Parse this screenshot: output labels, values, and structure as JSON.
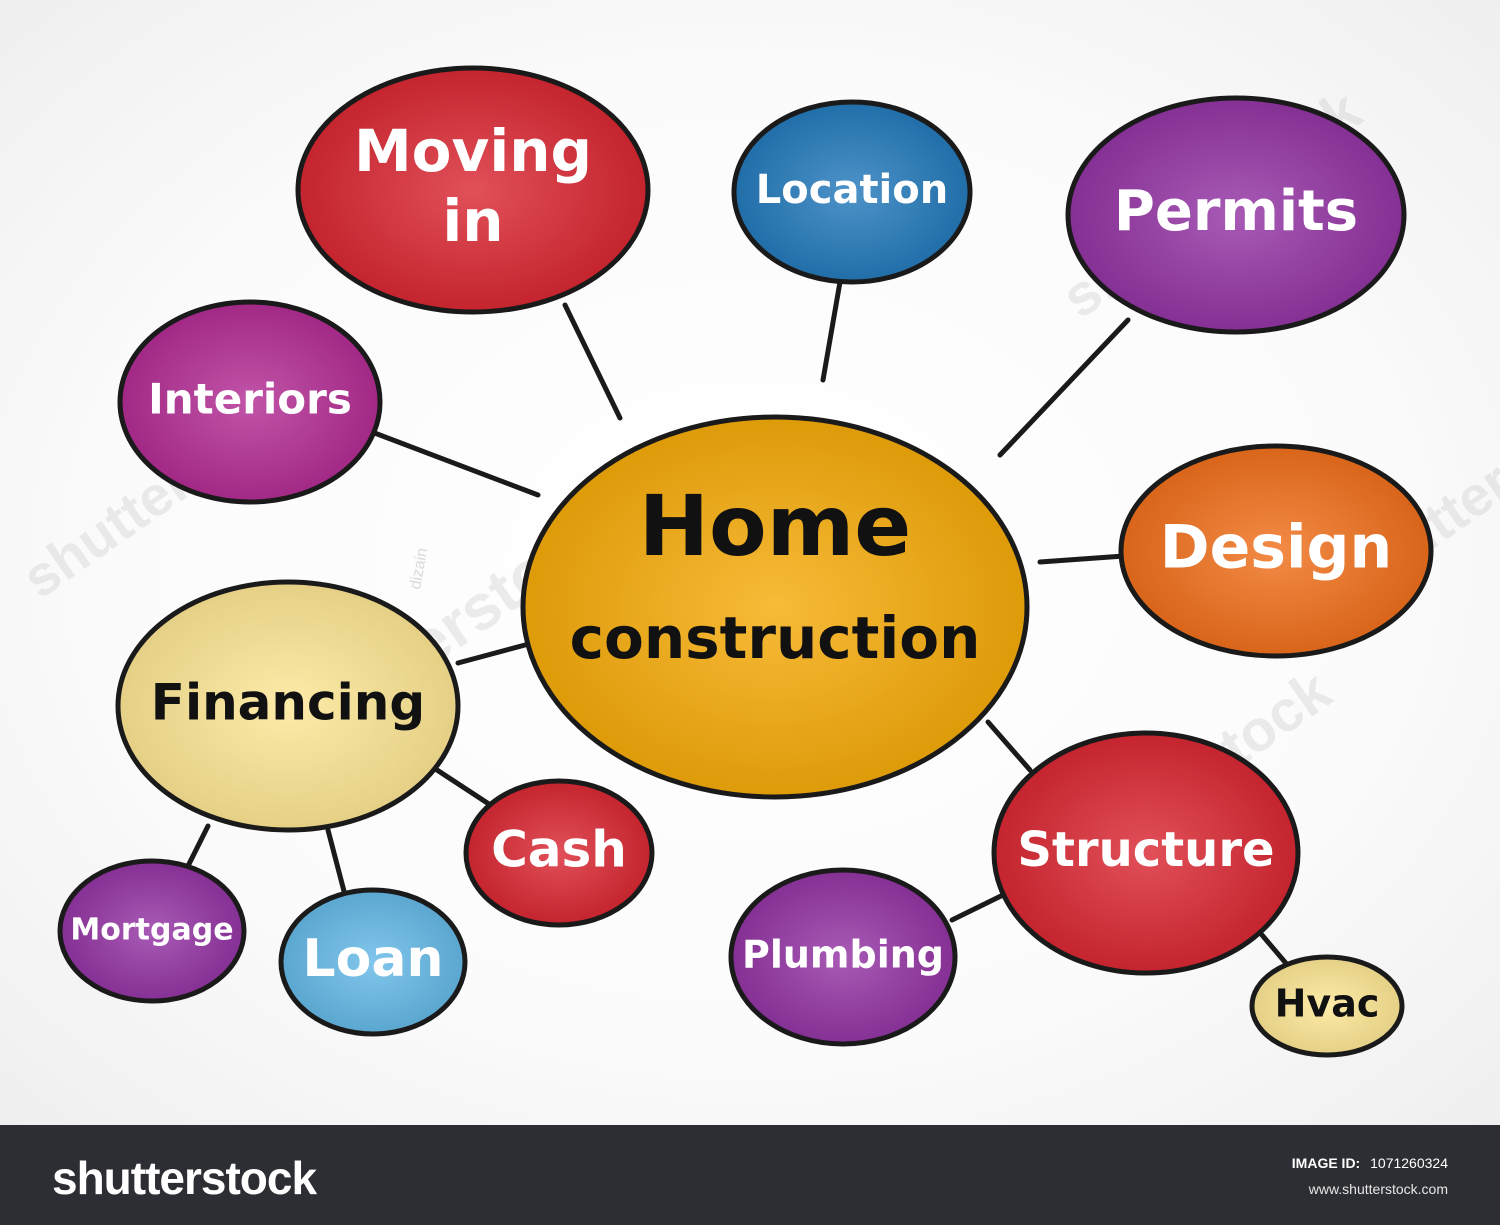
{
  "watermark": {
    "brand": "shutterstock",
    "author": "dizain"
  },
  "center": {
    "line1": "Home",
    "line2": "construction",
    "color": "#f6a800"
  },
  "nodes": [
    {
      "id": "moving-in",
      "lines": [
        "Moving",
        "in"
      ],
      "color": "#d81f2a"
    },
    {
      "id": "location",
      "lines": [
        "Location"
      ],
      "color": "#1b74b8"
    },
    {
      "id": "permits",
      "lines": [
        "Permits"
      ],
      "color": "#8f2ca0"
    },
    {
      "id": "interiors",
      "lines": [
        "Interiors"
      ],
      "color": "#b0248f"
    },
    {
      "id": "design",
      "lines": [
        "Design"
      ],
      "color": "#f06a12"
    },
    {
      "id": "financing",
      "lines": [
        "Financing"
      ],
      "color": "#fde58f"
    },
    {
      "id": "cash",
      "lines": [
        "Cash"
      ],
      "color": "#d81f2a"
    },
    {
      "id": "mortgage",
      "lines": [
        "Mortgage"
      ],
      "color": "#8f2ca0"
    },
    {
      "id": "loan",
      "lines": [
        "Loan"
      ],
      "color": "#5eb6e6"
    },
    {
      "id": "structure",
      "lines": [
        "Structure"
      ],
      "color": "#d81f2a"
    },
    {
      "id": "plumbing",
      "lines": [
        "Plumbing"
      ],
      "color": "#8f2ca0"
    },
    {
      "id": "hvac",
      "lines": [
        "Hvac"
      ],
      "color": "#fde58f"
    }
  ],
  "footer": {
    "logo": "shutterstock",
    "image_id_label": "IMAGE ID:",
    "image_id": "1071260324",
    "url": "www.shutterstock.com"
  }
}
